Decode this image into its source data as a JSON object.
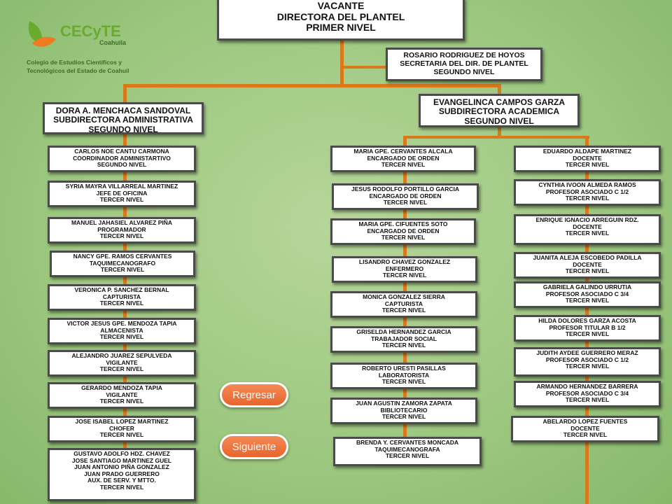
{
  "logo": {
    "brand": "CECyTE",
    "state": "Coahuila",
    "tagline_1": "Colegio de Estudios Científicos y",
    "tagline_2": "Tecnológicos del Estado de Coahuila"
  },
  "buttons": {
    "back": "Regresar",
    "next": "Siguiente"
  },
  "head": [
    "VACANTE",
    "DIRECTORA DEL PLANTEL",
    "PRIMER NIVEL"
  ],
  "secretary": [
    "ROSARIO RODRIGUEZ DE HOYOS",
    "SECRETARIA DEL DIR. DE PLANTEL",
    "SEGUNDO NIVEL"
  ],
  "admin_head": [
    "DORA A. MENCHACA SANDOVAL",
    "SUBDIRECTORA ADMINISTRATIVA",
    "SEGUNDO NIVEL"
  ],
  "academic_head": [
    "EVANGELINCA CAMPOS GARZA",
    "SUBDIRECTORA ACADEMICA",
    "SEGUNDO NIVEL"
  ],
  "left_column": [
    [
      "CARLOS NOE CANTU CARMONA",
      "COORDINADOR ADMINISTARTIVO",
      "SEGUNDO NIVEL"
    ],
    [
      "SYRIA MAYRA VILLARREAL MARTINEZ",
      "JEFE DE OFICINA",
      "TERCER NIVEL"
    ],
    [
      "MANUEL JAHASIEL ALVAREZ PIÑA",
      "PROGRAMADOR",
      "TERCER NIVEL"
    ],
    [
      "NANCY GPE. RAMOS CERVANTES",
      "TAQUIMECANOGRAFO",
      "TERCER NIVEL"
    ],
    [
      "VERONICA P. SANCHEZ BERNAL",
      "CAPTURISTA",
      "TERCER NIVEL"
    ],
    [
      "VICTOR JESUS GPE. MENDOZA TAPIA",
      "ALMACENISTA",
      "TERCER NIVEL"
    ],
    [
      "ALEJANDRO JUAREZ SEPULVEDA",
      "VIGILANTE",
      "TERCER NIVEL"
    ],
    [
      "GERARDO MENDOZA TAPIA",
      "VIGILANTE",
      "TERCER NIVEL"
    ],
    [
      "JOSE ISABEL LOPEZ MARTINEZ",
      "CHOFER",
      "TERCER NIVEL"
    ],
    [
      "GUSTAVO ADOLFO HDZ. CHAVEZ",
      "JOSE SANTIAGO MARTINEZ GUEL",
      "JUAN ANTONIO PIÑA GONZALEZ",
      "JUAN PRADO GUERRERO",
      "AUX. DE SERV. Y MTTO.",
      "TERCER NIVEL"
    ]
  ],
  "middle_column": [
    [
      "MARIA GPE. CERVANTES ALCALA",
      "ENCARGADO DE ORDEN",
      "TERCER NIVEL"
    ],
    [
      "JESUS RODOLFO PORTILLO GARCIA",
      "ENCARGADO DE ORDEN",
      "TERCER NIVEL"
    ],
    [
      "MARIA GPE. CIFUENTES SOTO",
      "ENCARGADO DE ORDEN",
      "TERCER NIVEL"
    ],
    [
      "LISANDRO CHAVEZ GONZALEZ",
      "ENFERMERO",
      "TERCER NIVEL"
    ],
    [
      "MONICA GONZALEZ SIERRA",
      "CAPTURISTA",
      "TERCER NIVEL"
    ],
    [
      "GRISELDA HERNANDEZ GARCIA",
      "TRABAJADOR SOCIAL",
      "TERCER NIVEL"
    ],
    [
      "ROBERTO URESTI PASILLAS",
      "LABORATORISTA",
      "TERCER NIVEL"
    ],
    [
      "JUAN AGUSTIN ZAMORA ZAPATA",
      "BIBLIOTECARIO",
      "TERCER NIVEL"
    ],
    [
      "BRENDA Y. CERVANTES MONCADA",
      "TAQUIMECANOGRAFA",
      "TERCER NIVEL"
    ]
  ],
  "right_column": [
    [
      "EDUARDO ALDAPE MARTINEZ",
      "DOCENTE",
      "TERCER NIVEL"
    ],
    [
      "CYNTHIA IVOON ALMEDA RAMOS",
      "PROFESOR ASOCIADO C 1/2",
      "TERCER NIVEL"
    ],
    [
      "ENRIQUE IGNACIO ARREGUIN RDZ.",
      "DOCENTE",
      "TERCER NIVEL"
    ],
    [
      "JUANITA ALEJA ESCOBEDO PADILLA",
      "DOCENTE",
      "TERCER NIVEL"
    ],
    [
      "GABRIELA GALINDO URRUTIA",
      "PROFESOR ASOCIADO C 3/4",
      "TERCER NIVEL"
    ],
    [
      "HILDA DOLORES GARZA ACOSTA",
      "PROFESOR TITULAR B 1/2",
      "TERCER NIVEL"
    ],
    [
      "JUDITH AYDEE GUERRERO MERAZ",
      "PROFESOR ASOCIADO C 1/2",
      "TERCER NIVEL"
    ],
    [
      "ARMANDO HERNANDEZ BARRERA",
      "PROFESOR ASOCIADO C 3/4",
      "TERCER NIVEL"
    ],
    [
      "ABELARDO LOPEZ FUENTES",
      "DOCENTE",
      "TERCER NIVEL"
    ]
  ]
}
